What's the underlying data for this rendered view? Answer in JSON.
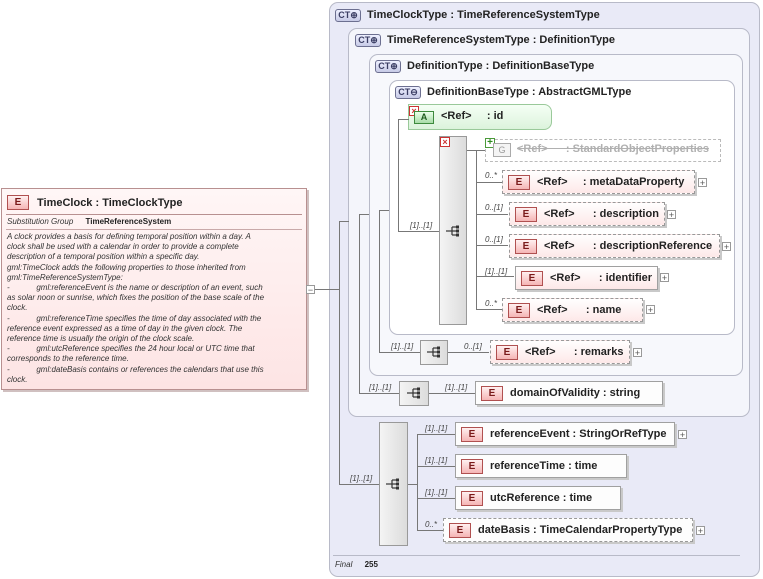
{
  "root_element": {
    "badge": "E",
    "title": "TimeClock : TimeClockType",
    "substitution_label": "Substitution Group",
    "substitution_value": "TimeReferenceSystem",
    "description_lines": [
      "A clock provides a basis for defining temporal position within a day. A",
      "clock shall be used with a calendar in order to provide a complete",
      "description of a temporal position within a specific day.",
      "gml:TimeClock adds the following properties to those inherited from",
      "gml:TimeReferenceSystemType:",
      "-            gml:referenceEvent is the name or description of an event, such",
      "as solar noon or sunrise, which fixes the position of the base scale of the",
      "clock.",
      "-            gml:referenceTime specifies the time of day associated with the",
      "reference event expressed as a time of day in the given clock. The",
      "reference time is usually the origin of the clock scale.",
      "-            gml:utcReference specifies the 24 hour local or UTC time that",
      "corresponds to the reference time.",
      "-            gml:dateBasis contains or references the calendars that use this",
      "clock."
    ],
    "collapse": "−"
  },
  "complex_types": [
    {
      "badge": "CT",
      "title": "TimeClockType : TimeReferenceSystemType"
    },
    {
      "badge": "CT",
      "title": "TimeReferenceSystemType : DefinitionType"
    },
    {
      "badge": "CT",
      "title": "DefinitionType : DefinitionBaseType"
    },
    {
      "badge": "CT",
      "title": "DefinitionBaseType : AbstractGMLType"
    }
  ],
  "attribute": {
    "badge": "A",
    "label": "<Ref>     : id"
  },
  "group": {
    "badge": "G",
    "label": "<Ref>      : StandardObjectProperties"
  },
  "definition_base_elements": [
    {
      "card": "0..*",
      "label": "<Ref>     : metaDataProperty"
    },
    {
      "card": "0..[1]",
      "label": "<Ref>      : description"
    },
    {
      "card": "0..[1]",
      "label": "<Ref>      : descriptionReference"
    },
    {
      "card": "[1]..[1]",
      "label": "<Ref>      : identifier"
    },
    {
      "card": "0..*",
      "label": "<Ref>      : name"
    }
  ],
  "sequences": {
    "definition_base": "[1]..[1]",
    "definition": "[1]..[1]",
    "time_reference_system": "[1]..[1]",
    "time_clock": "[1]..[1]"
  },
  "definition_elements": [
    {
      "card": "0..[1]",
      "label": "<Ref>      : remarks"
    }
  ],
  "trs_elements": [
    {
      "card": "[1]..[1]",
      "label": "domainOfValidity : string"
    }
  ],
  "clock_elements": [
    {
      "card": "[1]..[1]",
      "label": "referenceEvent : StringOrRefType"
    },
    {
      "card": "[1]..[1]",
      "label": "referenceTime : time"
    },
    {
      "card": "[1]..[1]",
      "label": "utcReference : time"
    },
    {
      "card": "0..*",
      "label": "dateBasis : TimeCalendarPropertyType"
    }
  ],
  "footer": {
    "final_label": "Final",
    "final_value": "255"
  },
  "colors": {
    "outer_ct_bg": "#e9eaf7",
    "inner_ct_bg": "#ffffff",
    "element_ref_bg": "#fde8e8",
    "attribute_bg": "#e3f7e3"
  }
}
